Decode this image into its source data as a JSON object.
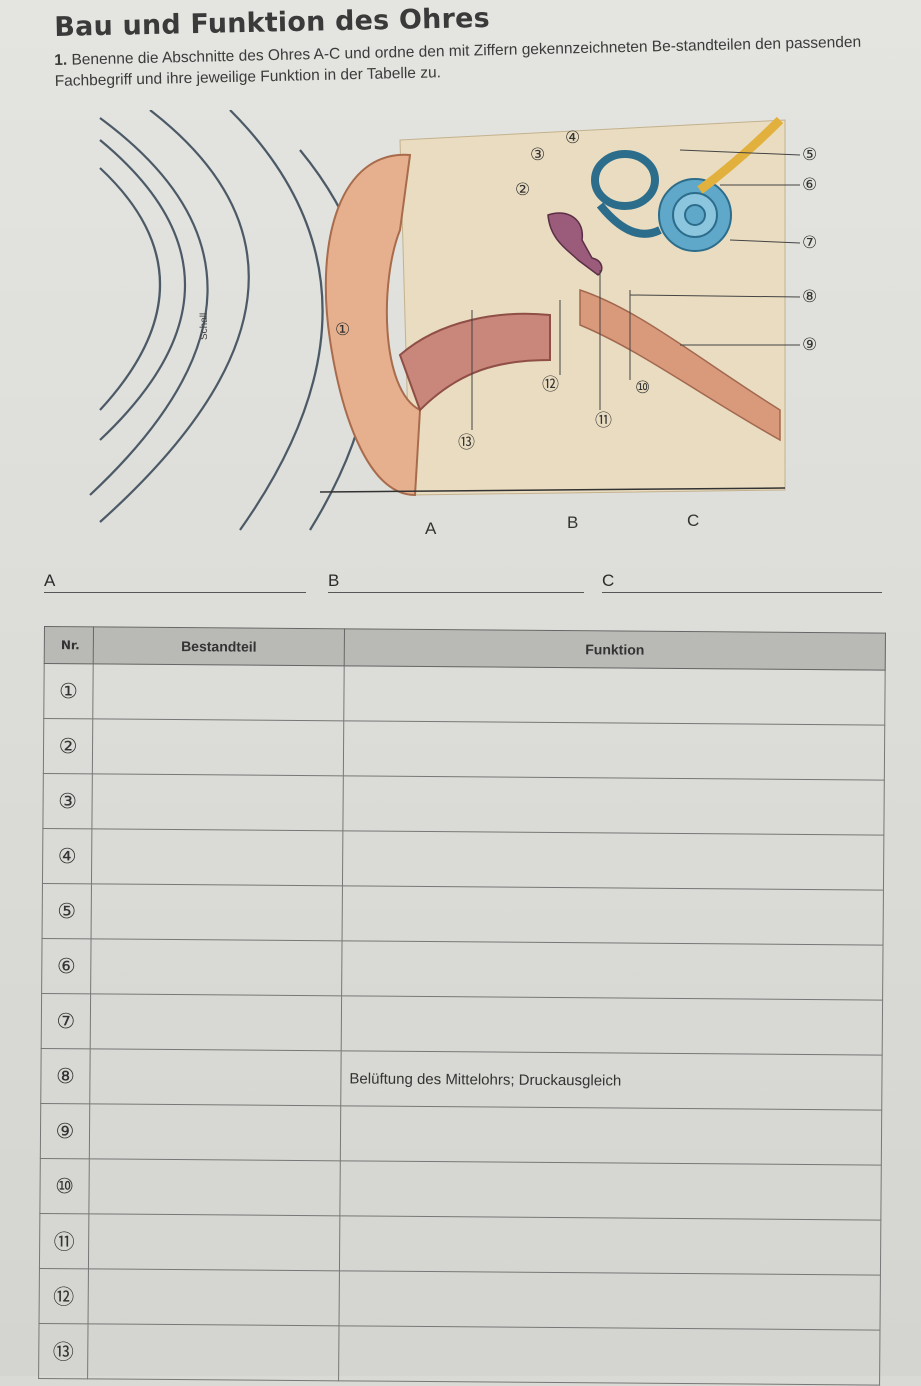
{
  "title": "Bau und Funktion des Ohres",
  "task": {
    "number": "1.",
    "text": "Benenne die Abschnitte des Ohres A-C und ordne den mit Ziffern gekennzeichneten Be-standteilen den passenden Fachbegriff und ihre jeweilige Funktion in der Tabelle zu."
  },
  "diagram": {
    "sound_label": "Schall",
    "callouts": [
      "①",
      "②",
      "③",
      "④",
      "⑤",
      "⑥",
      "⑦",
      "⑧",
      "⑨",
      "⑩",
      "⑪",
      "⑫",
      "⑬"
    ],
    "sections": [
      "A",
      "B",
      "C"
    ]
  },
  "answer_lines": [
    "A",
    "B",
    "C"
  ],
  "table": {
    "headers": {
      "nr": "Nr.",
      "part": "Bestandteil",
      "function": "Funktion"
    },
    "rows": [
      {
        "nr": "①",
        "part": "",
        "function": ""
      },
      {
        "nr": "②",
        "part": "",
        "function": ""
      },
      {
        "nr": "③",
        "part": "",
        "function": ""
      },
      {
        "nr": "④",
        "part": "",
        "function": ""
      },
      {
        "nr": "⑤",
        "part": "",
        "function": ""
      },
      {
        "nr": "⑥",
        "part": "",
        "function": ""
      },
      {
        "nr": "⑦",
        "part": "",
        "function": ""
      },
      {
        "nr": "⑧",
        "part": "",
        "function": "Belüftung des Mittelohrs; Druckausgleich"
      },
      {
        "nr": "⑨",
        "part": "",
        "function": ""
      },
      {
        "nr": "⑩",
        "part": "",
        "function": ""
      },
      {
        "nr": "⑪",
        "part": "",
        "function": ""
      },
      {
        "nr": "⑫",
        "part": "",
        "function": ""
      },
      {
        "nr": "⑬",
        "part": "",
        "function": ""
      }
    ]
  }
}
